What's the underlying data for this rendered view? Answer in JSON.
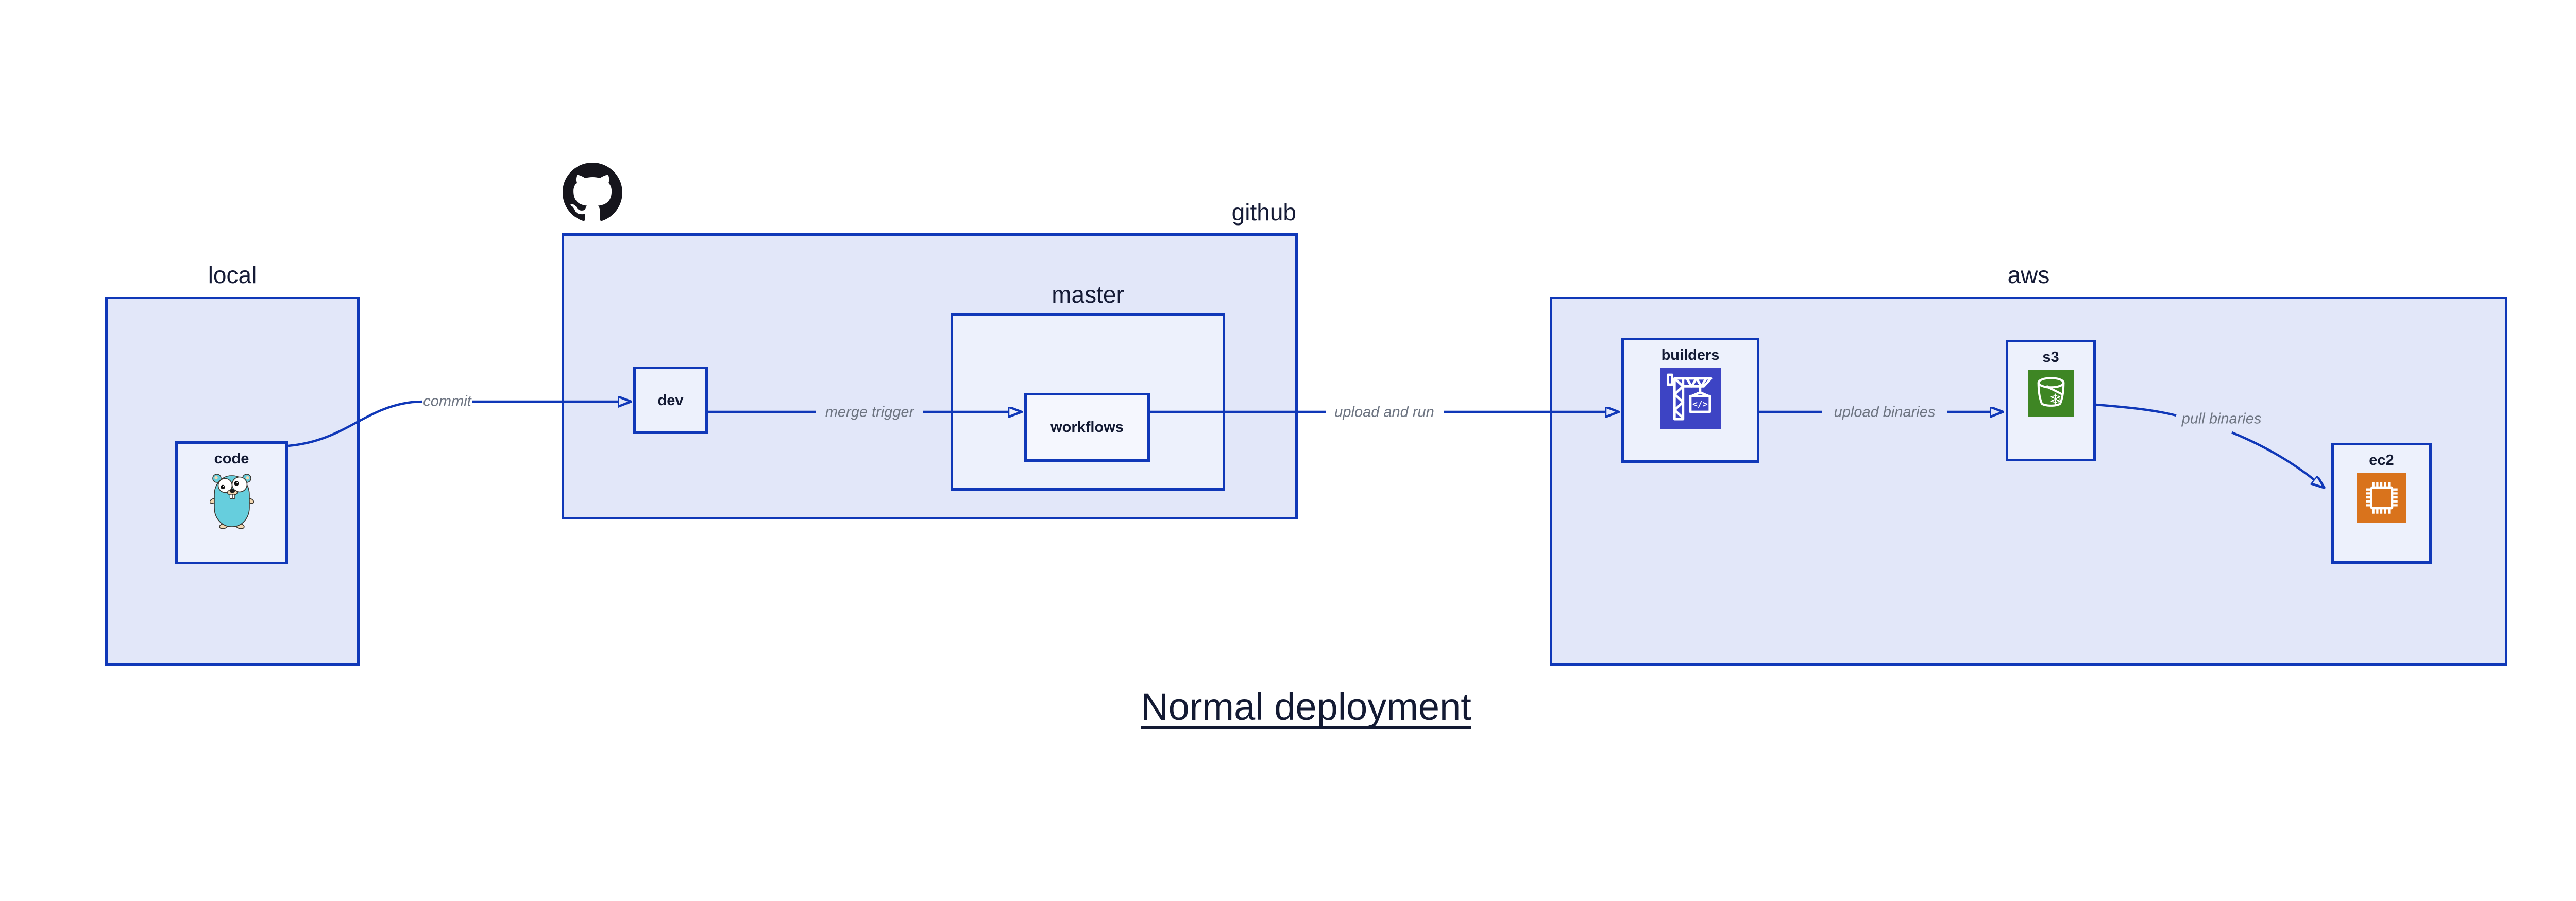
{
  "title": {
    "text": "Normal deployment"
  },
  "containers": {
    "local": {
      "label": "local"
    },
    "github": {
      "label": "github",
      "logo": "github-octocat-logo"
    },
    "master": {
      "label": "master"
    },
    "aws": {
      "label": "aws"
    }
  },
  "nodes": {
    "code": {
      "label": "code",
      "icon": "go-gopher-icon"
    },
    "dev": {
      "label": "dev"
    },
    "workflows": {
      "label": "workflows"
    },
    "builders": {
      "label": "builders",
      "icon": "aws-codebuild-icon"
    },
    "s3": {
      "label": "s3",
      "icon": "aws-s3-bucket-icon"
    },
    "ec2": {
      "label": "ec2",
      "icon": "aws-ec2-chip-icon"
    }
  },
  "edges": {
    "commit": {
      "label": "commit",
      "from": "code",
      "to": "dev"
    },
    "merge_trigger": {
      "label": "merge trigger",
      "from": "dev",
      "to": "workflows"
    },
    "upload_and_run": {
      "label": "upload and run",
      "from": "workflows",
      "to": "builders"
    },
    "upload_binaries": {
      "label": "upload binaries",
      "from": "builders",
      "to": "s3"
    },
    "pull_binaries": {
      "label": "pull binaries",
      "from": "s3",
      "to": "ec2"
    }
  },
  "colors": {
    "outline_blue": "#1038b8",
    "container_fill": "#e2e7f9",
    "box_fill": "#edf1fc",
    "workflows_fill": "#f5f7fe",
    "label_navy": "#131a33",
    "edge_label_gray": "#6e7582",
    "codebuild_indigo": "#3d44c4",
    "s3_green": "#3e8624",
    "ec2_orange": "#d9731c",
    "octocat_black": "#16151c",
    "gopher_teal": "#66cedd"
  }
}
